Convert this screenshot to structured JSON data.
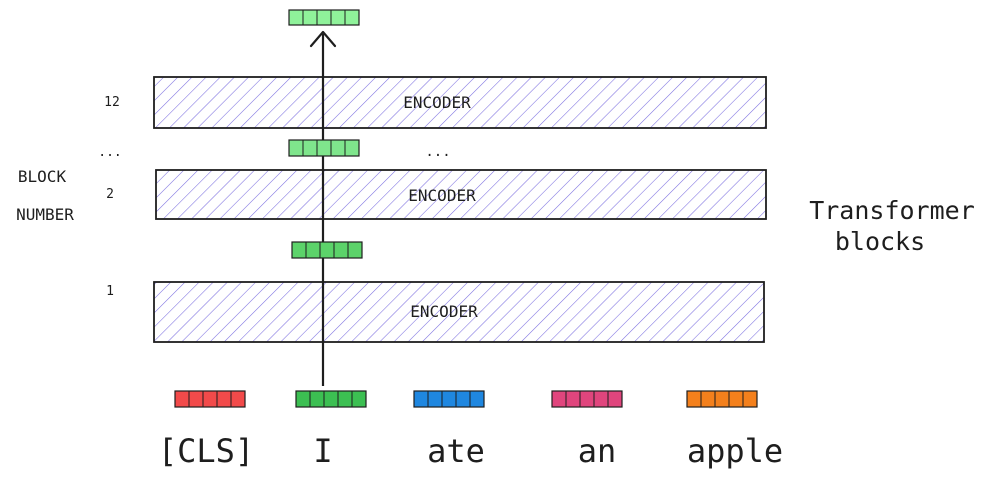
{
  "axis": {
    "title_line1": "BLOCK",
    "title_line2": "NUMBER",
    "labels": {
      "top": "12",
      "dots": "...",
      "second": "2",
      "first": "1"
    }
  },
  "encoders": [
    {
      "label": "ENCODER"
    },
    {
      "label": "ENCODER"
    },
    {
      "label": "ENCODER"
    }
  ],
  "mid_dots": "...",
  "side_label": {
    "line1": "Transformer",
    "line2": "blocks"
  },
  "tokens": [
    {
      "text": "[CLS]",
      "color": "#f24a4a"
    },
    {
      "text": "I",
      "color": "#3cbf52"
    },
    {
      "text": "ate",
      "color": "#1f87e0"
    },
    {
      "text": "an",
      "color": "#e0457d"
    },
    {
      "text": "apple",
      "color": "#f4801c"
    }
  ],
  "colors": {
    "hatch": "#7b6fe0",
    "stroke": "#1e1e1e",
    "vector_dark": "#3cbf52",
    "vector_mid": "#5cd36a",
    "vector_light": "#8ff29a"
  },
  "icons": {
    "arrow": "arrow-up-icon"
  }
}
